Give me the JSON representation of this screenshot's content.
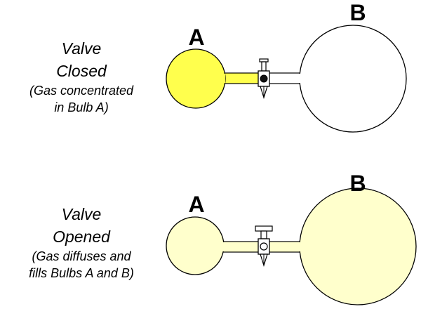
{
  "top_panel": {
    "caption": {
      "state_line1": "Valve",
      "state_line2": "Closed",
      "detail_line1": "(Gas concentrated",
      "detail_line2": "in Bulb A)"
    },
    "label_a": "A",
    "label_b": "B",
    "bulb_a_fill": "#ffff4d",
    "bulb_b_fill": "#ffffff",
    "tube_fill": "#ffff4d",
    "valve_state": "closed"
  },
  "bottom_panel": {
    "caption": {
      "state_line1": "Valve",
      "state_line2": "Opened",
      "detail_line1": "(Gas diffuses and",
      "detail_line2": "fills Bulbs A and B)"
    },
    "label_a": "A",
    "label_b": "B",
    "bulb_a_fill": "#ffffcc",
    "bulb_b_fill": "#ffffcc",
    "tube_fill": "#ffffcc",
    "valve_state": "open"
  }
}
